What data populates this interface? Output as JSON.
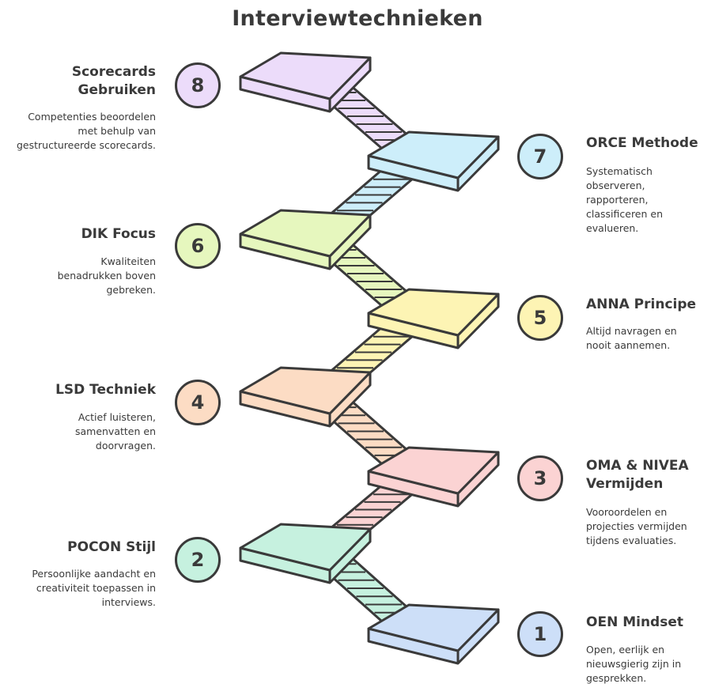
{
  "title": "Interviewtechnieken",
  "steps": [
    {
      "number": "1",
      "title": "OEN Mindset",
      "desc": "Open, eerlijk en nieuwsgierig zijn in gesprekken.",
      "color": "#cddff8"
    },
    {
      "number": "2",
      "title": "POCON Stijl",
      "desc": "Persoonlijke aandacht en creativiteit toepassen in interviews.",
      "color": "#c6f1df"
    },
    {
      "number": "3",
      "title": "OMA & NIVEA Vermijden",
      "desc": "Vooroordelen en projecties vermijden tijdens evaluaties.",
      "color": "#fbd3d3"
    },
    {
      "number": "4",
      "title": "LSD Techniek",
      "desc": "Actief luisteren, samenvatten en doorvragen.",
      "color": "#fcdcc4"
    },
    {
      "number": "5",
      "title": "ANNA Principe",
      "desc": "Altijd navragen en nooit aannemen.",
      "color": "#fdf4b4"
    },
    {
      "number": "6",
      "title": "DIK Focus",
      "desc": "Kwaliteiten benadrukken boven gebreken.",
      "color": "#e6f7be"
    },
    {
      "number": "7",
      "title": "ORCE Methode",
      "desc": "Systematisch observeren, rapporteren, classificeren en evalueren.",
      "color": "#cdeefa"
    },
    {
      "number": "8",
      "title": "Scorecards Gebruiken",
      "desc": "Competenties beoordelen met behulp van gestructureerde scorecards.",
      "color": "#ecdcfa"
    }
  ]
}
